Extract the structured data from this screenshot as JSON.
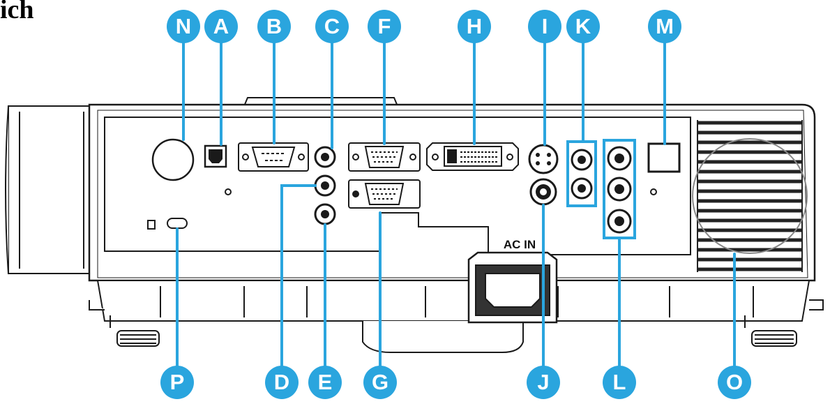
{
  "header_fragment": "ich",
  "panel_text": {
    "ac_in": "AC IN"
  },
  "colors": {
    "callout": "#2aa5de",
    "line": "#1a1a1a",
    "grille": "#222222"
  },
  "callouts": [
    {
      "id": "A",
      "letter": "A",
      "label_position": "top"
    },
    {
      "id": "B",
      "letter": "B",
      "label_position": "top"
    },
    {
      "id": "C",
      "letter": "C",
      "label_position": "top"
    },
    {
      "id": "D",
      "letter": "D",
      "label_position": "bottom"
    },
    {
      "id": "E",
      "letter": "E",
      "label_position": "bottom"
    },
    {
      "id": "F",
      "letter": "F",
      "label_position": "top"
    },
    {
      "id": "G",
      "letter": "G",
      "label_position": "bottom"
    },
    {
      "id": "H",
      "letter": "H",
      "label_position": "top"
    },
    {
      "id": "I",
      "letter": "I",
      "label_position": "top"
    },
    {
      "id": "J",
      "letter": "J",
      "label_position": "bottom"
    },
    {
      "id": "K",
      "letter": "K",
      "label_position": "top"
    },
    {
      "id": "L",
      "letter": "L",
      "label_position": "bottom"
    },
    {
      "id": "M",
      "letter": "M",
      "label_position": "top"
    },
    {
      "id": "N",
      "letter": "N",
      "label_position": "top"
    },
    {
      "id": "O",
      "letter": "O",
      "label_position": "bottom"
    },
    {
      "id": "P",
      "letter": "P",
      "label_position": "bottom"
    }
  ]
}
